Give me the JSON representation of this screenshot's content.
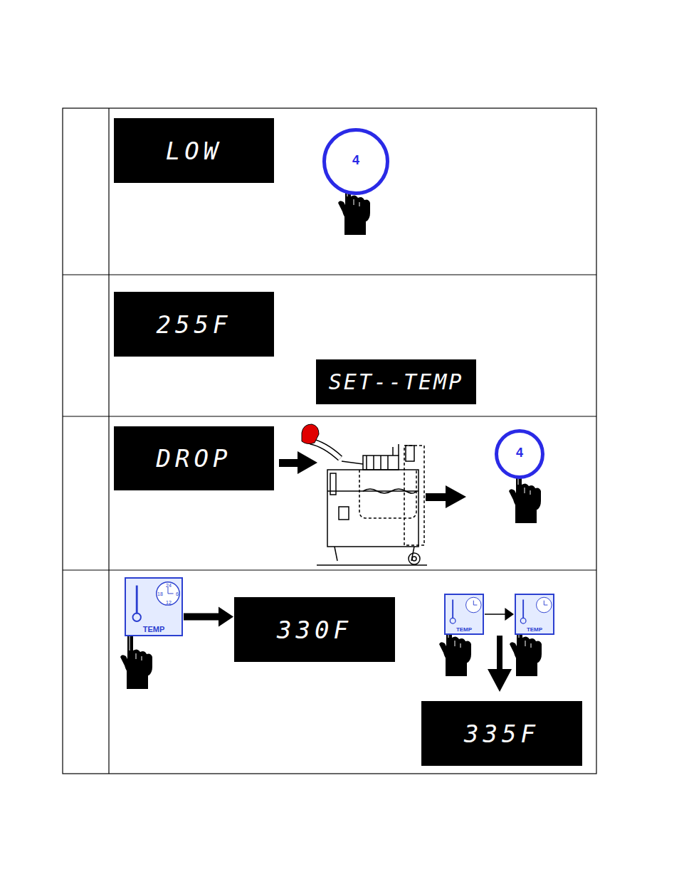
{
  "diagram": {
    "nodes": [
      {
        "text": [
          "LOW"
        ]
      },
      {
        "text": [
          "4"
        ]
      },
      {
        "text": [
          "255F"
        ]
      },
      {
        "text": [
          "SET--TEMP"
        ]
      },
      {
        "text": [
          "DROP"
        ]
      },
      {
        "text": [
          "4"
        ]
      },
      {
        "text": [
          "TEMP"
        ]
      },
      {
        "text": [
          "330F"
        ]
      },
      {
        "text": [
          "TEMP"
        ]
      },
      {
        "text": [
          "TEMP"
        ]
      },
      {
        "text": [
          "335F"
        ]
      }
    ],
    "edges": [
      {
        "from": 6,
        "to": 7,
        "arrow": "to"
      },
      {
        "from": 8,
        "to": 9,
        "arrow": "to"
      }
    ],
    "labels": [
      "24",
      "18",
      "6",
      "12"
    ]
  }
}
